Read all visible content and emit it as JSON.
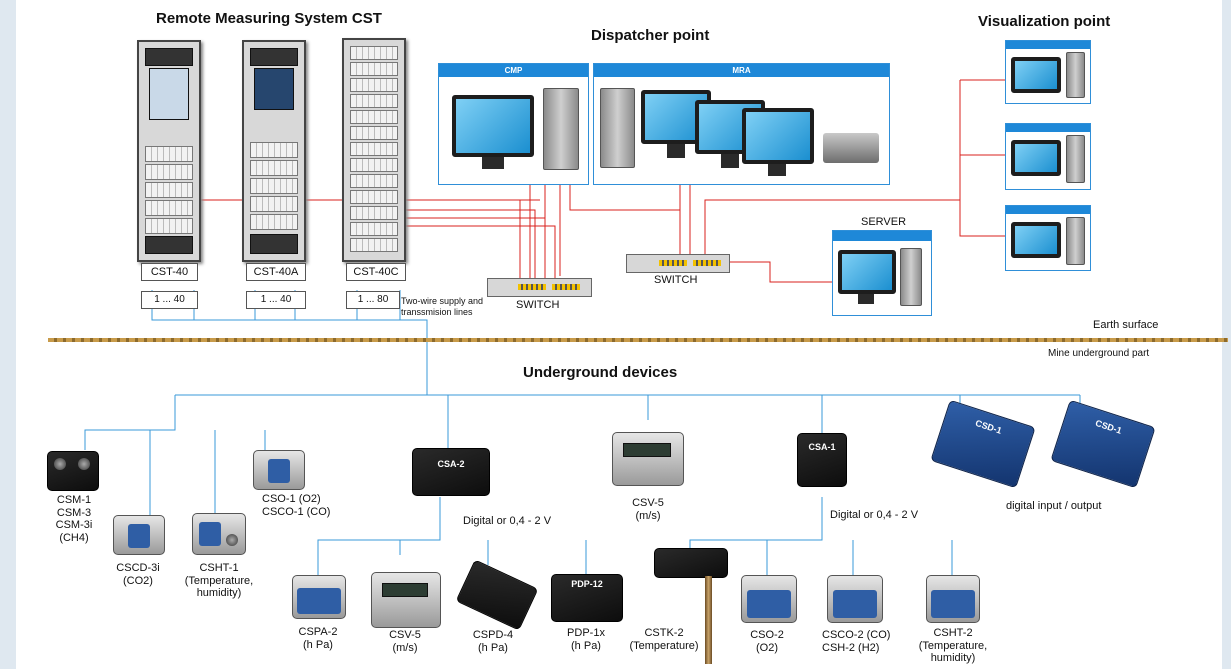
{
  "titles": {
    "remote": "Remote Measuring System CST",
    "dispatcher": "Dispatcher point",
    "visualization": "Visualization point",
    "underground": "Underground devices"
  },
  "panels": {
    "cmp": "CMP",
    "mra": "MRA",
    "server": "SERVER"
  },
  "racks": [
    {
      "label": "CST-40",
      "range": "1 ... 40"
    },
    {
      "label": "CST-40A",
      "range": "1 ... 40"
    },
    {
      "label": "CST-40C",
      "range": "1 ... 80"
    }
  ],
  "wiring_note": [
    "Two-wire supply and",
    "transsmision lines"
  ],
  "switch_label": "SWITCH",
  "surface": {
    "earth": "Earth surface",
    "mine": "Mine underground part"
  },
  "signal_note": "Digital or 0,4 - 2 V",
  "device_tags": {
    "csa2": "CSA-2",
    "csa1": "CSA-1",
    "csd1": "CSD-1",
    "pdp12": "PDP-12"
  },
  "devices": {
    "csm": [
      "CSM-1",
      "CSM-3",
      "CSM-3i",
      "(CH4)"
    ],
    "cscd": [
      "CSCD-3i",
      "(CO2)"
    ],
    "csht1": [
      "CSHT-1",
      "(Temperature,",
      "humidity)"
    ],
    "cso1": [
      "CSO-1",
      "(O2)",
      "CSCO-1",
      "(CO)"
    ],
    "csv5_top": [
      "CSV-5",
      "(m/s)"
    ],
    "digital_io": "digital input / output",
    "cspa2": [
      "CSPA-2",
      "(h Pa)"
    ],
    "csv5_bottom": [
      "CSV-5",
      "(m/s)"
    ],
    "cspd4": [
      "CSPD-4",
      "(h Pa)"
    ],
    "pdp1x": [
      "PDP-1x",
      "(h Pa)"
    ],
    "cstk2": [
      "CSTK-2",
      "(Temperature)"
    ],
    "cso2": [
      "CSO-2",
      "(O2)"
    ],
    "csco2": [
      "CSCO-2 (CO)",
      "CSH-2 (H2)"
    ],
    "csht2": [
      "CSHT-2",
      "(Temperature,",
      "humidity)"
    ]
  },
  "colors": {
    "wire_red": "#d8211c",
    "wire_blue": "#3a9ad9",
    "panel_blue": "#1e88d8"
  }
}
